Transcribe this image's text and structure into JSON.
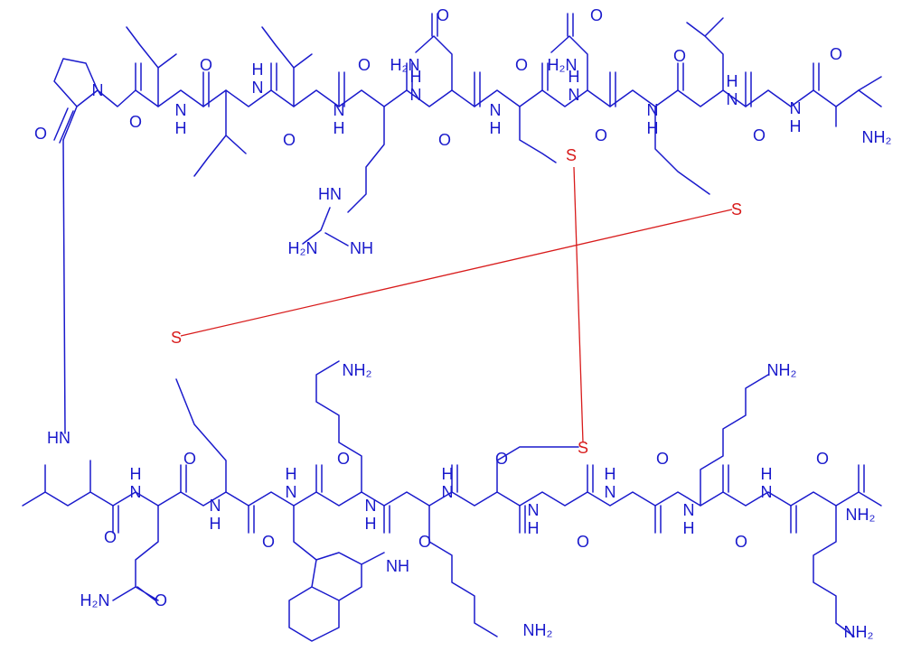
{
  "molecule": {
    "atoms": {
      "o_pro": "O",
      "n_pro": "N",
      "nh_ile1": "N",
      "h_ile1": "H",
      "o_ile1": "O",
      "nh_ile2": "N",
      "h_ile2": "H",
      "o_ile2": "O",
      "nh_ile3": "N",
      "h_ile3": "H",
      "o_ile3": "O",
      "nh_arg": "N",
      "h_arg": "H",
      "o_arg": "O",
      "h2n_asn1": "H₂N",
      "o_asn1_side": "O",
      "nh_asn1": "N",
      "h_asn1": "H",
      "o_asn1": "O",
      "nh_cys1": "N",
      "h_cys1": "H",
      "o_cys1": "O",
      "h2n_asn2": "H₂N",
      "o_asn2_side": "O",
      "nh_asn2": "N",
      "h_asn2": "H",
      "o_asn2": "O",
      "nh_cys2": "N",
      "h_cys2": "H",
      "o_cys2": "O",
      "nh_leu1": "N",
      "h_leu1": "H",
      "o_leu1": "O",
      "nh2_ala": "NH₂",
      "hn_guan": "HN",
      "h2n_guan": "H₂N",
      "nh_guan": "NH",
      "s_cys1": "S",
      "s_cys2": "S",
      "s_cys3": "S",
      "s_cys4": "S",
      "hn_leu2": "HN",
      "o_leu2": "O",
      "nh_gln": "N",
      "h_gln": "H",
      "o_gln": "O",
      "h2n_gln": "H₂N",
      "o_gln_side": "O",
      "nh_cys3": "N",
      "h_cys3": "H",
      "o_cys3": "O",
      "nh_trp": "N",
      "h_trp": "H",
      "o_trp": "O",
      "nh_indole": "NH",
      "nh_lys1": "N",
      "h_lys1": "H",
      "o_lys1": "O",
      "nh2_lys1": "NH₂",
      "nh_lys2": "N",
      "h_lys2": "H",
      "o_lys2": "O",
      "nh2_lys2": "NH₂",
      "nh_cys4": "N",
      "h_cys4": "H",
      "o_cys4": "O",
      "nh_gly": "N",
      "h_gly": "H",
      "o_gly": "O",
      "nh_lys3": "N",
      "h_lys3": "H",
      "o_lys3": "O",
      "nh2_lys3": "NH₂",
      "nh_lys4": "N",
      "h_lys4": "H",
      "o_lys4": "O",
      "nh2_cterm": "NH₂",
      "nh2_lys4": "NH₂"
    }
  },
  "colors": {
    "bond": "#1a1acc",
    "disulfide": "#d81b1b"
  }
}
